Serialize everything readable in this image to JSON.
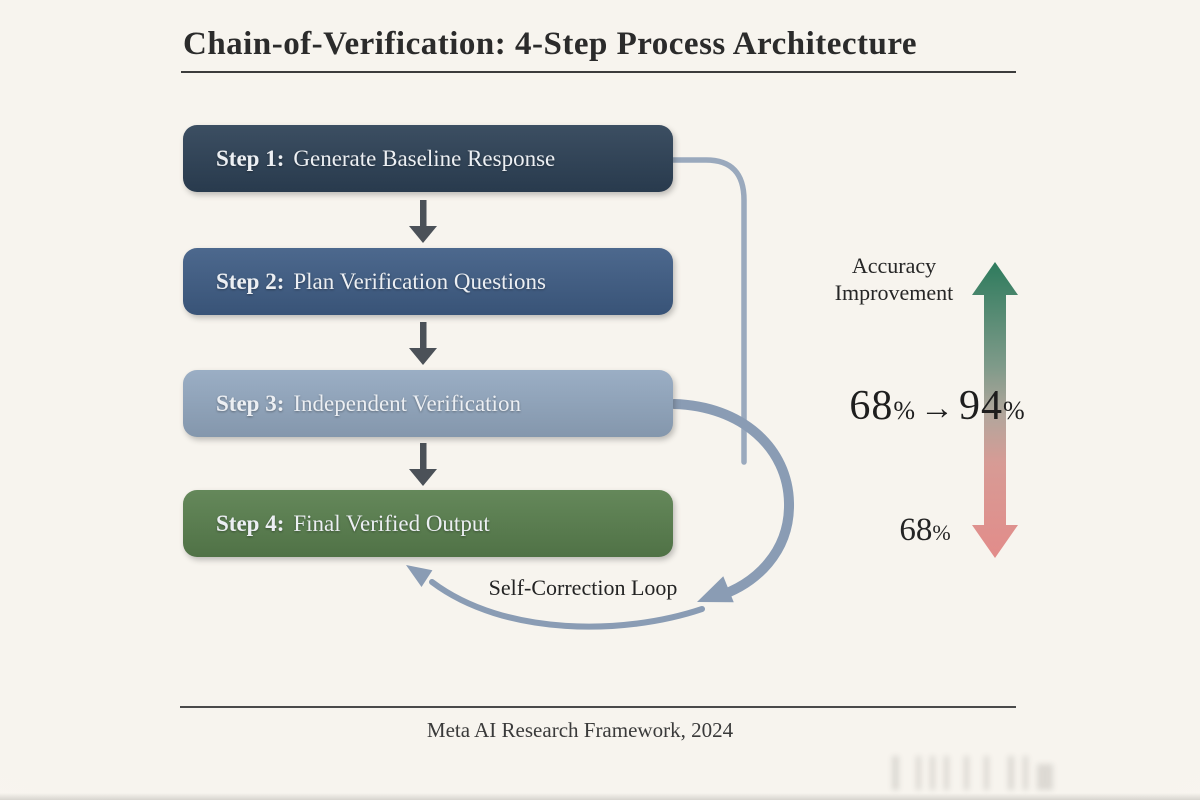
{
  "page": {
    "title": "Chain-of-Verification: 4-Step Process Architecture",
    "footer": "Meta AI Research Framework, 2024"
  },
  "steps": [
    {
      "label": "Step 1:",
      "title": "Generate Baseline Response",
      "color": "#2d4156"
    },
    {
      "label": "Step 2:",
      "title": "Plan Verification Questions",
      "color": "#3f5d85"
    },
    {
      "label": "Step 3:",
      "title": "Independent Verification",
      "color": "#93a8c0"
    },
    {
      "label": "Step 4:",
      "title": "Final Verified Output",
      "color": "#597f4e"
    }
  ],
  "loop": {
    "label": "Self-Correction Loop",
    "color": "#8a9cb4"
  },
  "accuracy": {
    "heading_line1": "Accuracy",
    "heading_line2": "Improvement",
    "from_value": "68",
    "to_value": "94",
    "percent_sign": "%",
    "arrow_glyph": "→",
    "baseline_value": "68",
    "gradient_top_color": "#2e7b5d",
    "gradient_bottom_color": "#e28c8a"
  }
}
